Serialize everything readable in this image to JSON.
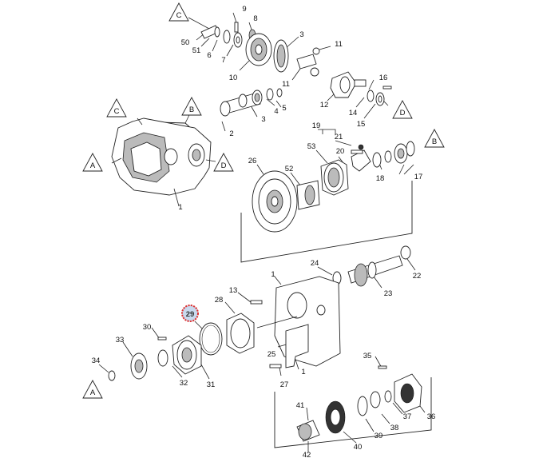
{
  "diagram": {
    "highlighted_callout": "29",
    "highlight_color": "#dd3333",
    "highlight_fill": "#c9d9ee",
    "ref_markers": [
      {
        "id": "ref-c-top",
        "letter": "C"
      },
      {
        "id": "ref-d-right",
        "letter": "D"
      },
      {
        "id": "ref-c-left",
        "letter": "C"
      },
      {
        "id": "ref-b-left",
        "letter": "B"
      },
      {
        "id": "ref-a-case",
        "letter": "A"
      },
      {
        "id": "ref-d-case",
        "letter": "D"
      },
      {
        "id": "ref-b-right",
        "letter": "B"
      },
      {
        "id": "ref-a-bottom",
        "letter": "A"
      }
    ],
    "callouts": [
      {
        "id": "c-9",
        "label": "9"
      },
      {
        "id": "c-8",
        "label": "8"
      },
      {
        "id": "c-50",
        "label": "50"
      },
      {
        "id": "c-51",
        "label": "51"
      },
      {
        "id": "c-6",
        "label": "6"
      },
      {
        "id": "c-7",
        "label": "7"
      },
      {
        "id": "c-10",
        "label": "10"
      },
      {
        "id": "c-3-top",
        "label": "3"
      },
      {
        "id": "c-11-a",
        "label": "11"
      },
      {
        "id": "c-11-b",
        "label": "11"
      },
      {
        "id": "c-16",
        "label": "16"
      },
      {
        "id": "c-12",
        "label": "12"
      },
      {
        "id": "c-14",
        "label": "14"
      },
      {
        "id": "c-15",
        "label": "15"
      },
      {
        "id": "c-4",
        "label": "4"
      },
      {
        "id": "c-5",
        "label": "5"
      },
      {
        "id": "c-3-mid",
        "label": "3"
      },
      {
        "id": "c-2",
        "label": "2"
      },
      {
        "id": "c-1-case",
        "label": "1"
      },
      {
        "id": "c-19",
        "label": "19"
      },
      {
        "id": "c-21",
        "label": "21"
      },
      {
        "id": "c-53",
        "label": "53"
      },
      {
        "id": "c-20",
        "label": "20"
      },
      {
        "id": "c-26",
        "label": "26"
      },
      {
        "id": "c-52",
        "label": "52"
      },
      {
        "id": "c-18",
        "label": "18"
      },
      {
        "id": "c-17",
        "label": "17"
      },
      {
        "id": "c-24",
        "label": "24"
      },
      {
        "id": "c-23",
        "label": "23"
      },
      {
        "id": "c-22",
        "label": "22"
      },
      {
        "id": "c-13",
        "label": "13"
      },
      {
        "id": "c-1-plate",
        "label": "1"
      },
      {
        "id": "c-28",
        "label": "28"
      },
      {
        "id": "c-30",
        "label": "30"
      },
      {
        "id": "c-33",
        "label": "33"
      },
      {
        "id": "c-34",
        "label": "34"
      },
      {
        "id": "c-32",
        "label": "32"
      },
      {
        "id": "c-31",
        "label": "31"
      },
      {
        "id": "c-25",
        "label": "25"
      },
      {
        "id": "c-1-bracket",
        "label": "1"
      },
      {
        "id": "c-27",
        "label": "27"
      },
      {
        "id": "c-35",
        "label": "35"
      },
      {
        "id": "c-36",
        "label": "36"
      },
      {
        "id": "c-37",
        "label": "37"
      },
      {
        "id": "c-38",
        "label": "38"
      },
      {
        "id": "c-39",
        "label": "39"
      },
      {
        "id": "c-40",
        "label": "40"
      },
      {
        "id": "c-41",
        "label": "41"
      },
      {
        "id": "c-42",
        "label": "42"
      }
    ]
  }
}
